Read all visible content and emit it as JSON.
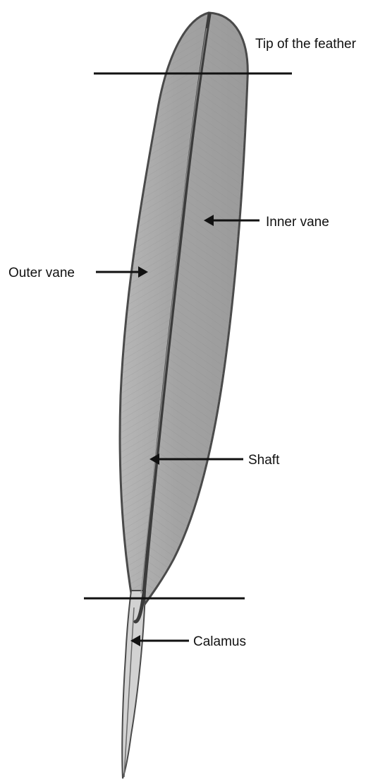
{
  "labels": {
    "tip": "Tip of the feather",
    "inner_vane": "Inner vane",
    "outer_vane": "Outer vane",
    "shaft": "Shaft",
    "calamus": "Calamus"
  },
  "colors": {
    "background": "#ffffff",
    "vane_fill": "#a9a9a9",
    "vane_outline": "#4a4a4a",
    "shaft": "#3c3c3c",
    "calamus_fill": "#cfcfcf",
    "line": "#111111"
  }
}
